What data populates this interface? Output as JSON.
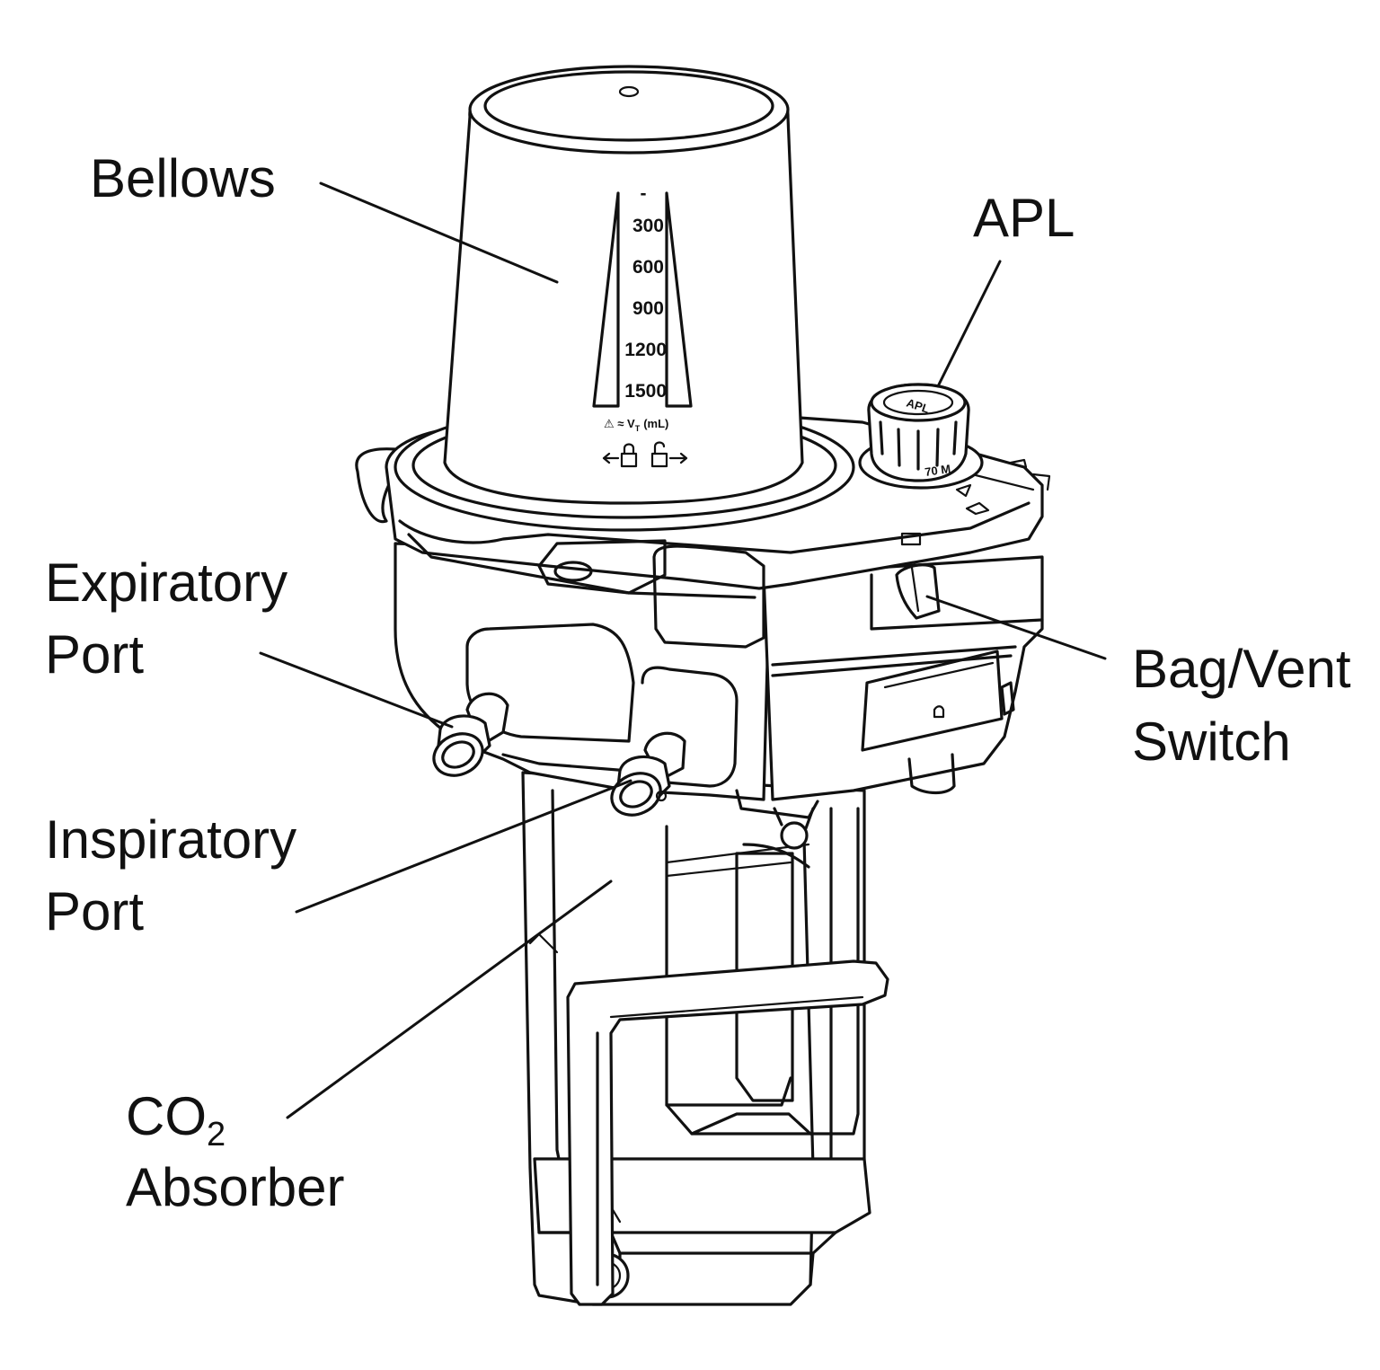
{
  "labels": {
    "bellows": "Bellows",
    "apl": "APL",
    "expiratory_line1": "Expiratory",
    "expiratory_line2": "Port",
    "inspiratory_line1": "Inspiratory",
    "inspiratory_line2": "Port",
    "bag_vent_line1": "Bag/Vent",
    "bag_vent_line2": "Switch",
    "co2_main": "CO",
    "co2_subscript": "2",
    "co2_line2": "Absorber"
  },
  "bellows_scale": {
    "marks": [
      "300",
      "600",
      "900",
      "1200",
      "1500"
    ],
    "top_mark": "-",
    "volume_legend": "⚠ ≈ V",
    "volume_legend_sub": "T",
    "volume_legend_unit": "(mL)"
  },
  "apl_dial": {
    "value_text": "70 M",
    "cap_text": "APL"
  },
  "colors": {
    "line": "#111111",
    "background": "#ffffff"
  }
}
